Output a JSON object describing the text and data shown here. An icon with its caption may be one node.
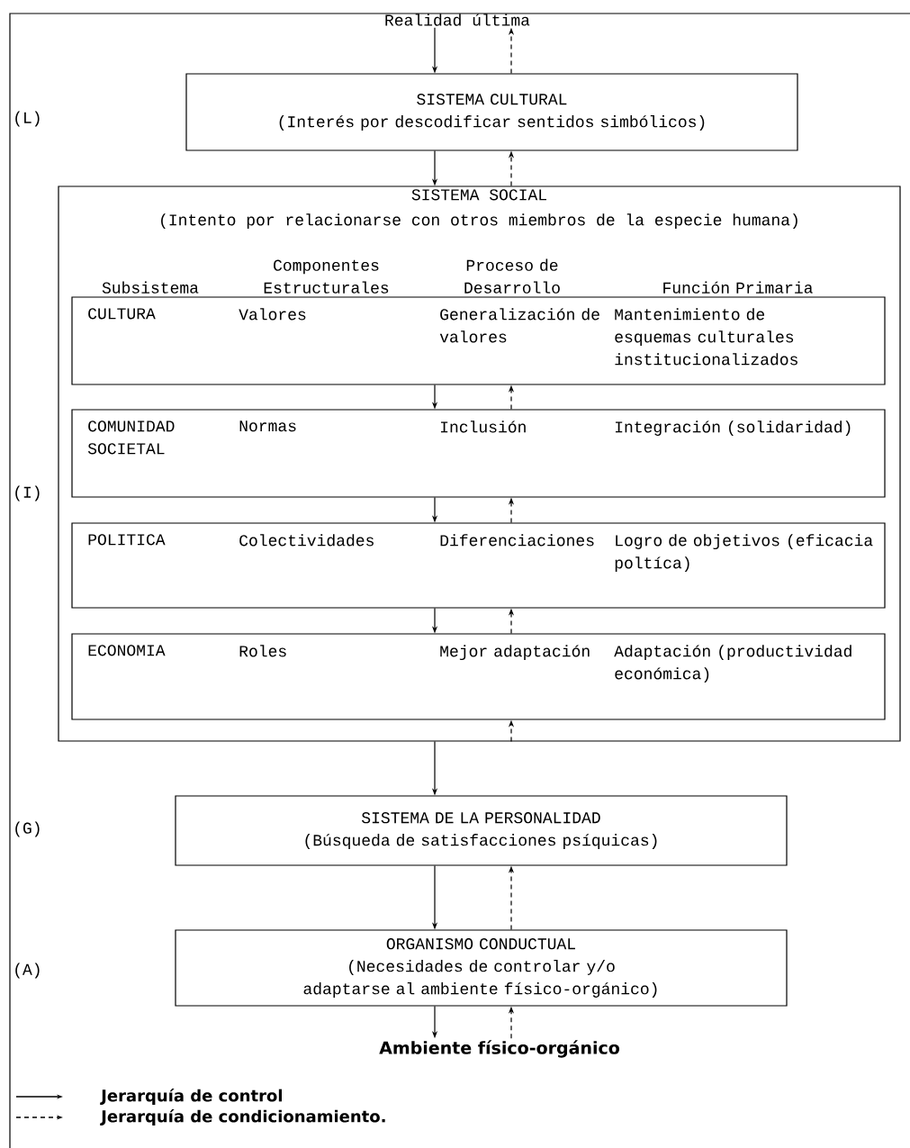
{
  "diagram": {
    "nodes": [
      {
        "text": [
          "Realidad última"
        ]
      },
      {
        "text": [
          "SISTEMA CULTURAL",
          "(Interés por descodificar sentidos simbólicos)"
        ]
      },
      {
        "text": [
          "SISTEMA SOCIAL",
          "(Intento por relacionarse con otros miembros de la especie humana)",
          "Subsistema",
          "Componentes Estructurales",
          "Proceso de Desarrollo",
          "Función Primaria"
        ]
      },
      {
        "text": [
          "CULTURA",
          "Valores",
          "Generalización de valores",
          "Mantenimiento de esquemas culturales institucionalizados"
        ],
        "in": 2
      },
      {
        "text": [
          "COMUNIDAD SOCIETAL",
          "Normas",
          "Inclusión",
          "Integración (solidaridad)"
        ],
        "in": 2
      },
      {
        "text": [
          "POLITICA",
          "Colectividades",
          "Diferenciaciones",
          "Logro de objetivos (eficacia poltíca)"
        ],
        "in": 2
      },
      {
        "text": [
          "ECONOMIA",
          "Roles",
          "Mejor adaptación",
          "Adaptación (productividad económica)"
        ],
        "in": 2
      },
      {
        "text": [
          "SISTEMA DE LA PERSONALIDAD",
          "(Búsqueda de satisfacciones psíquicas)"
        ]
      },
      {
        "text": [
          "ORGANISMO CONDUCTUAL",
          "(Necesidades de controlar y/o adaptarse al ambiente físico-orgánico)"
        ]
      },
      {
        "text": [
          "Ambiente físico-orgánico"
        ]
      }
    ],
    "edges": [
      {
        "from": 0,
        "to": 1,
        "arrow": "to"
      },
      {
        "from": 1,
        "to": 0,
        "arrow": "to",
        "style": "dashed"
      },
      {
        "from": 1,
        "to": 2,
        "arrow": "to"
      },
      {
        "from": 2,
        "to": 1,
        "arrow": "to",
        "style": "dashed"
      },
      {
        "from": 3,
        "to": 4,
        "arrow": "to"
      },
      {
        "from": 4,
        "to": 3,
        "arrow": "to",
        "style": "dashed"
      },
      {
        "from": 4,
        "to": 5,
        "arrow": "to"
      },
      {
        "from": 5,
        "to": 4,
        "arrow": "to",
        "style": "dashed"
      },
      {
        "from": 5,
        "to": 6,
        "arrow": "to"
      },
      {
        "from": 6,
        "to": 5,
        "arrow": "to",
        "style": "dashed"
      },
      {
        "from": 2,
        "to": 6,
        "arrow": "to",
        "style": "dashed"
      },
      {
        "from": 2,
        "to": 7,
        "arrow": "to"
      },
      {
        "from": 7,
        "to": 8,
        "arrow": "to"
      },
      {
        "from": 8,
        "to": 7,
        "arrow": "to",
        "style": "dashed"
      },
      {
        "from": 8,
        "to": 9,
        "arrow": "to"
      },
      {
        "from": 9,
        "to": 8,
        "arrow": "to",
        "style": "dashed"
      }
    ],
    "labels": [
      "(L)",
      "(I)",
      "(G)",
      "(A)"
    ],
    "legend": [
      {
        "text": "Jerarquía de control"
      },
      {
        "text": "Jerarquía de condicionamiento."
      }
    ]
  }
}
